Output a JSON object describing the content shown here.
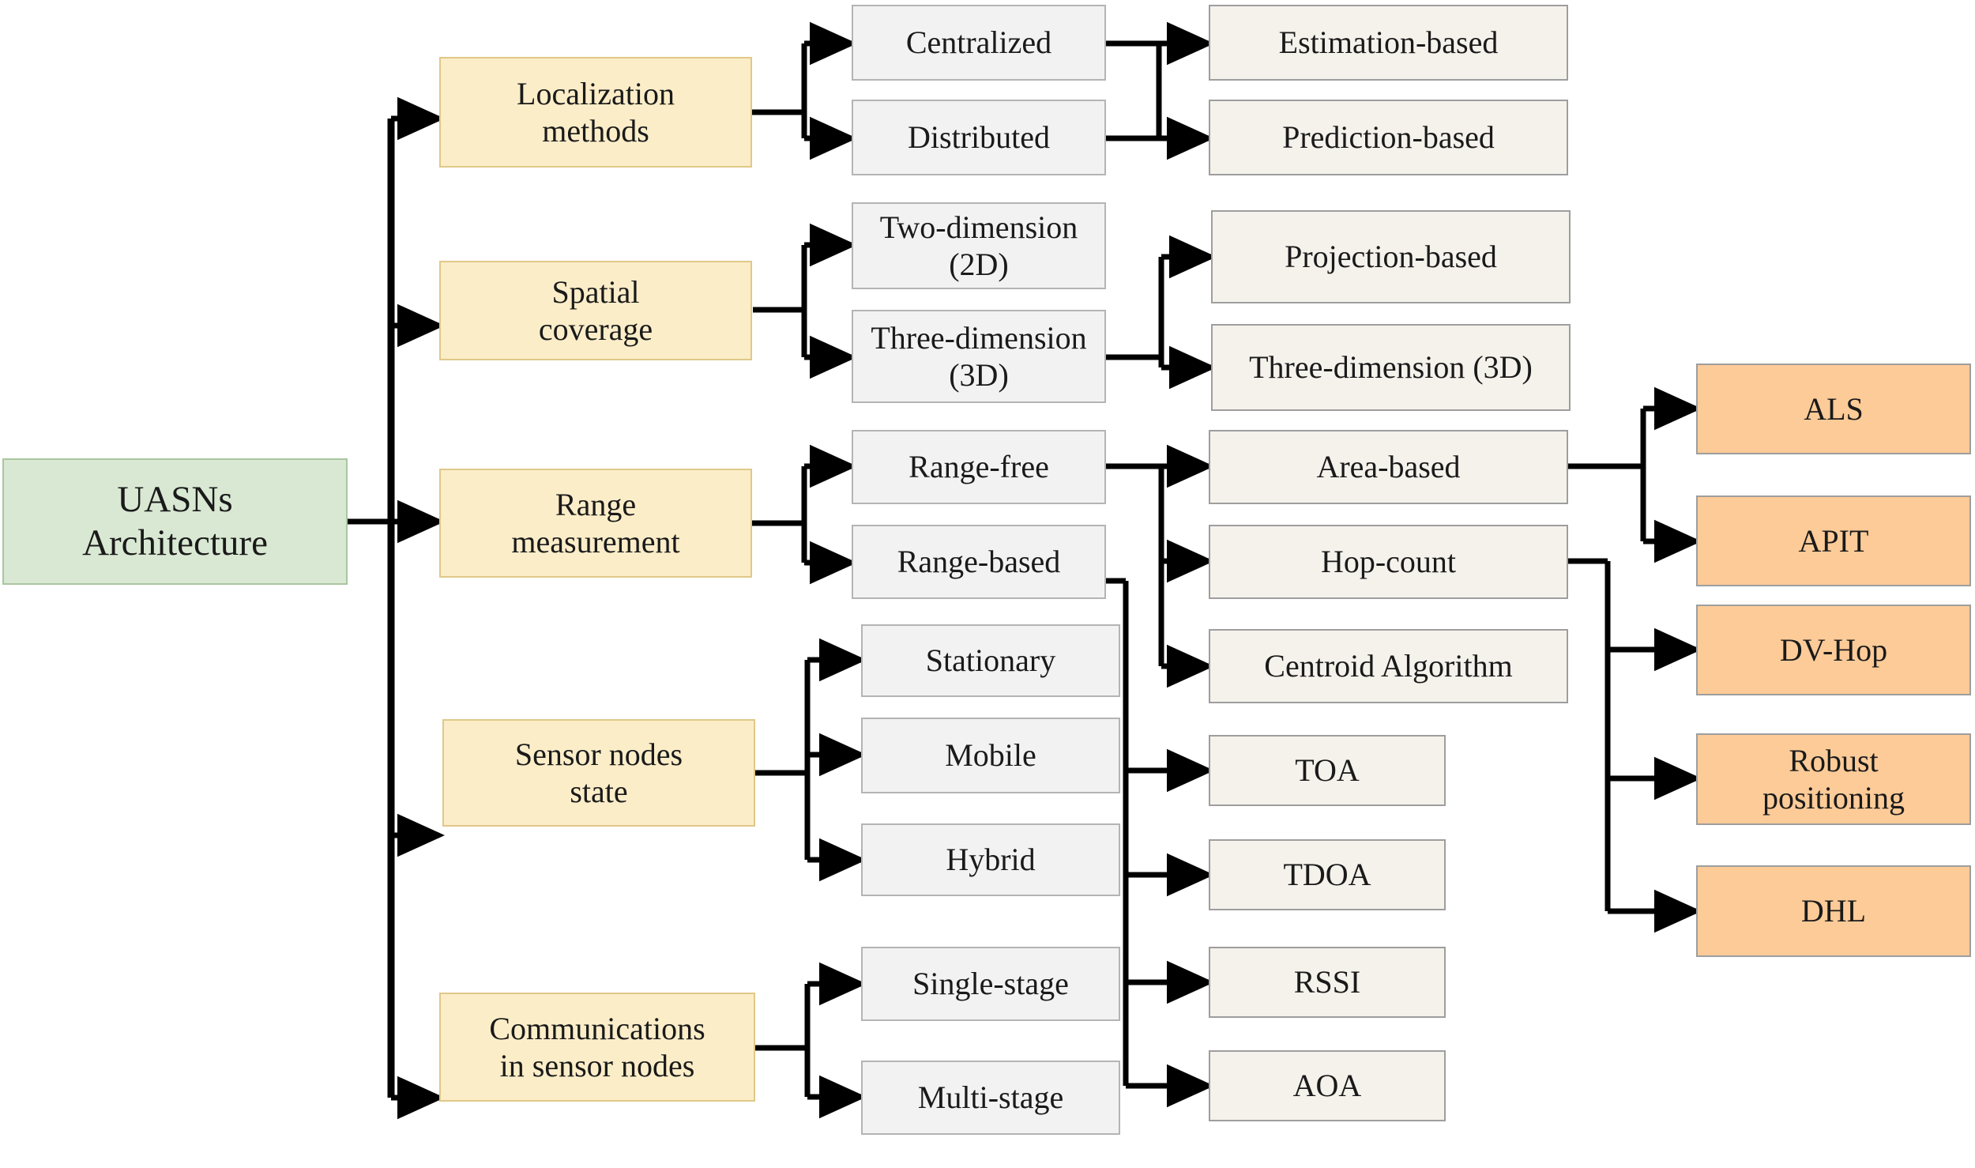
{
  "diagram": {
    "title": "UASNs Architecture",
    "colors": {
      "root_fill": "#d9e8d3",
      "root_border": "#a9c69f",
      "level1_fill": "#fbedc8",
      "level1_border": "#e0c888",
      "level2_fill": "#f2f2f2",
      "level2_border": "#b4b4b4",
      "level3_fill": "#f5f2ec",
      "level3_border": "#9e9e9e",
      "level4_fill": "#fccb98",
      "level4_border": "#9e9e9e",
      "edge": "#000000",
      "background": "#ffffff"
    },
    "root": {
      "label": "UASNs\nArchitecture"
    },
    "level1": [
      {
        "id": "localization-methods",
        "label": "Localization\nmethods"
      },
      {
        "id": "spatial-coverage",
        "label": "Spatial\ncoverage"
      },
      {
        "id": "range-measurement",
        "label": "Range\nmeasurement"
      },
      {
        "id": "sensor-nodes-state",
        "label": "Sensor nodes\nstate"
      },
      {
        "id": "communications-in-sensor-nodes",
        "label": "Communications\nin sensor nodes"
      }
    ],
    "level2": [
      {
        "id": "centralized",
        "label": "Centralized"
      },
      {
        "id": "distributed",
        "label": "Distributed"
      },
      {
        "id": "two-dimension",
        "label": "Two-dimension\n(2D)"
      },
      {
        "id": "three-dimension",
        "label": "Three-dimension\n(3D)"
      },
      {
        "id": "range-free",
        "label": "Range-free"
      },
      {
        "id": "range-based",
        "label": "Range-based"
      },
      {
        "id": "stationary",
        "label": "Stationary"
      },
      {
        "id": "mobile",
        "label": "Mobile"
      },
      {
        "id": "hybrid",
        "label": "Hybrid"
      },
      {
        "id": "single-stage",
        "label": "Single-stage"
      },
      {
        "id": "multi-stage",
        "label": "Multi-stage"
      }
    ],
    "level3": [
      {
        "id": "estimation-based",
        "label": "Estimation-based"
      },
      {
        "id": "prediction-based",
        "label": "Prediction-based"
      },
      {
        "id": "projection-based",
        "label": "Projection-based"
      },
      {
        "id": "three-dimension-3d",
        "label": "Three-dimension (3D)"
      },
      {
        "id": "area-based",
        "label": "Area-based"
      },
      {
        "id": "hop-count",
        "label": "Hop-count"
      },
      {
        "id": "centroid-algorithm",
        "label": "Centroid Algorithm"
      },
      {
        "id": "toa",
        "label": "TOA"
      },
      {
        "id": "tdoa",
        "label": "TDOA"
      },
      {
        "id": "rssi",
        "label": "RSSI"
      },
      {
        "id": "aoa",
        "label": "AOA"
      }
    ],
    "level4": [
      {
        "id": "als",
        "label": "ALS"
      },
      {
        "id": "apit",
        "label": "APIT"
      },
      {
        "id": "dv-hop",
        "label": "DV-Hop"
      },
      {
        "id": "robust-positioning",
        "label": "Robust\npositioning"
      },
      {
        "id": "dhl",
        "label": "DHL"
      }
    ]
  }
}
